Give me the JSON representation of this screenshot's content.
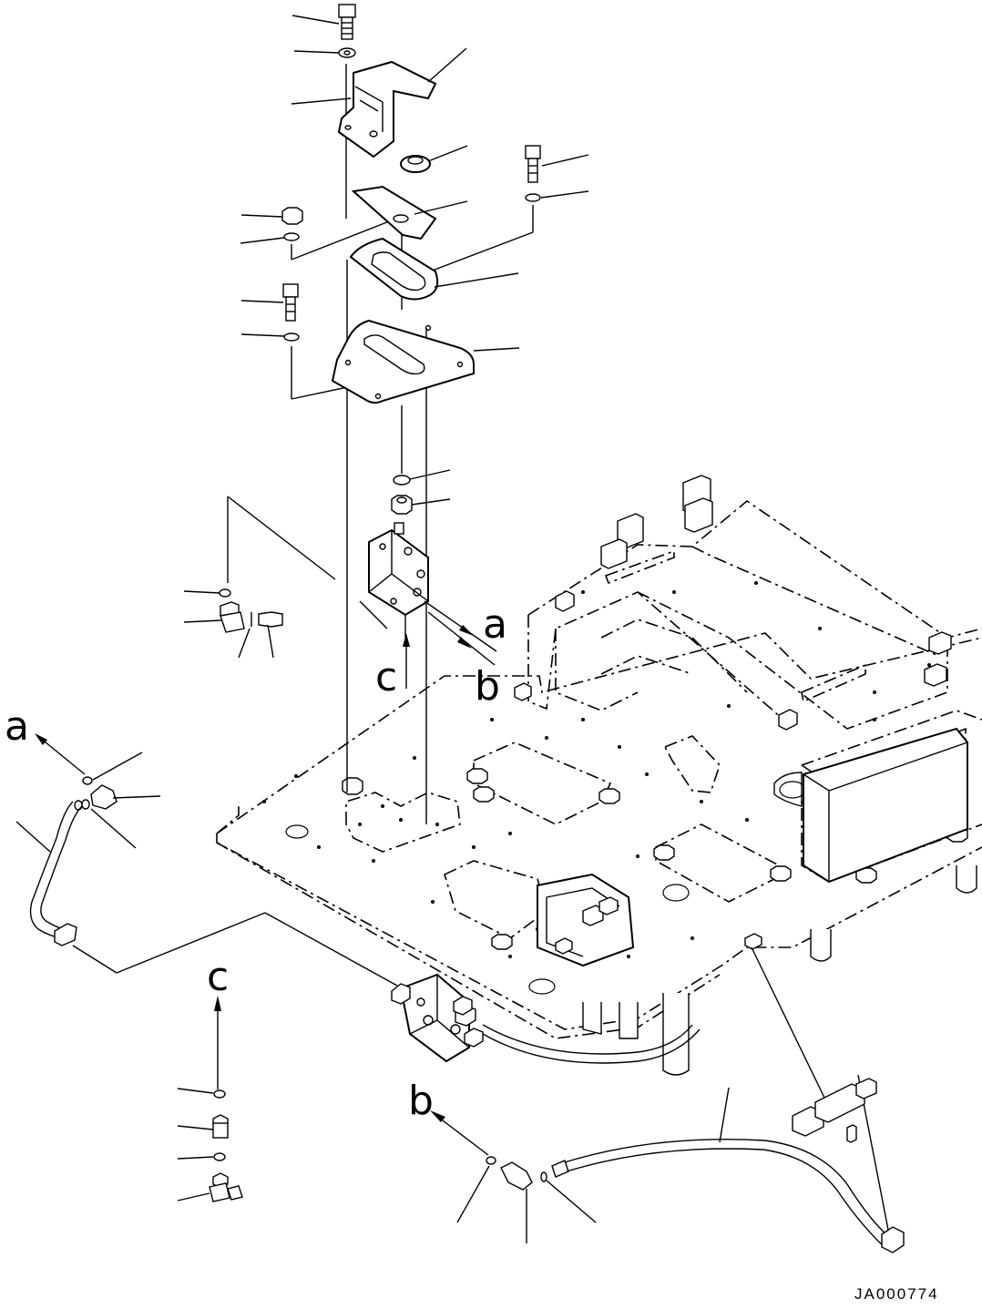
{
  "drawing": {
    "code": "JA000774",
    "callouts": {
      "a": "a",
      "b": "b",
      "c": "c"
    }
  }
}
